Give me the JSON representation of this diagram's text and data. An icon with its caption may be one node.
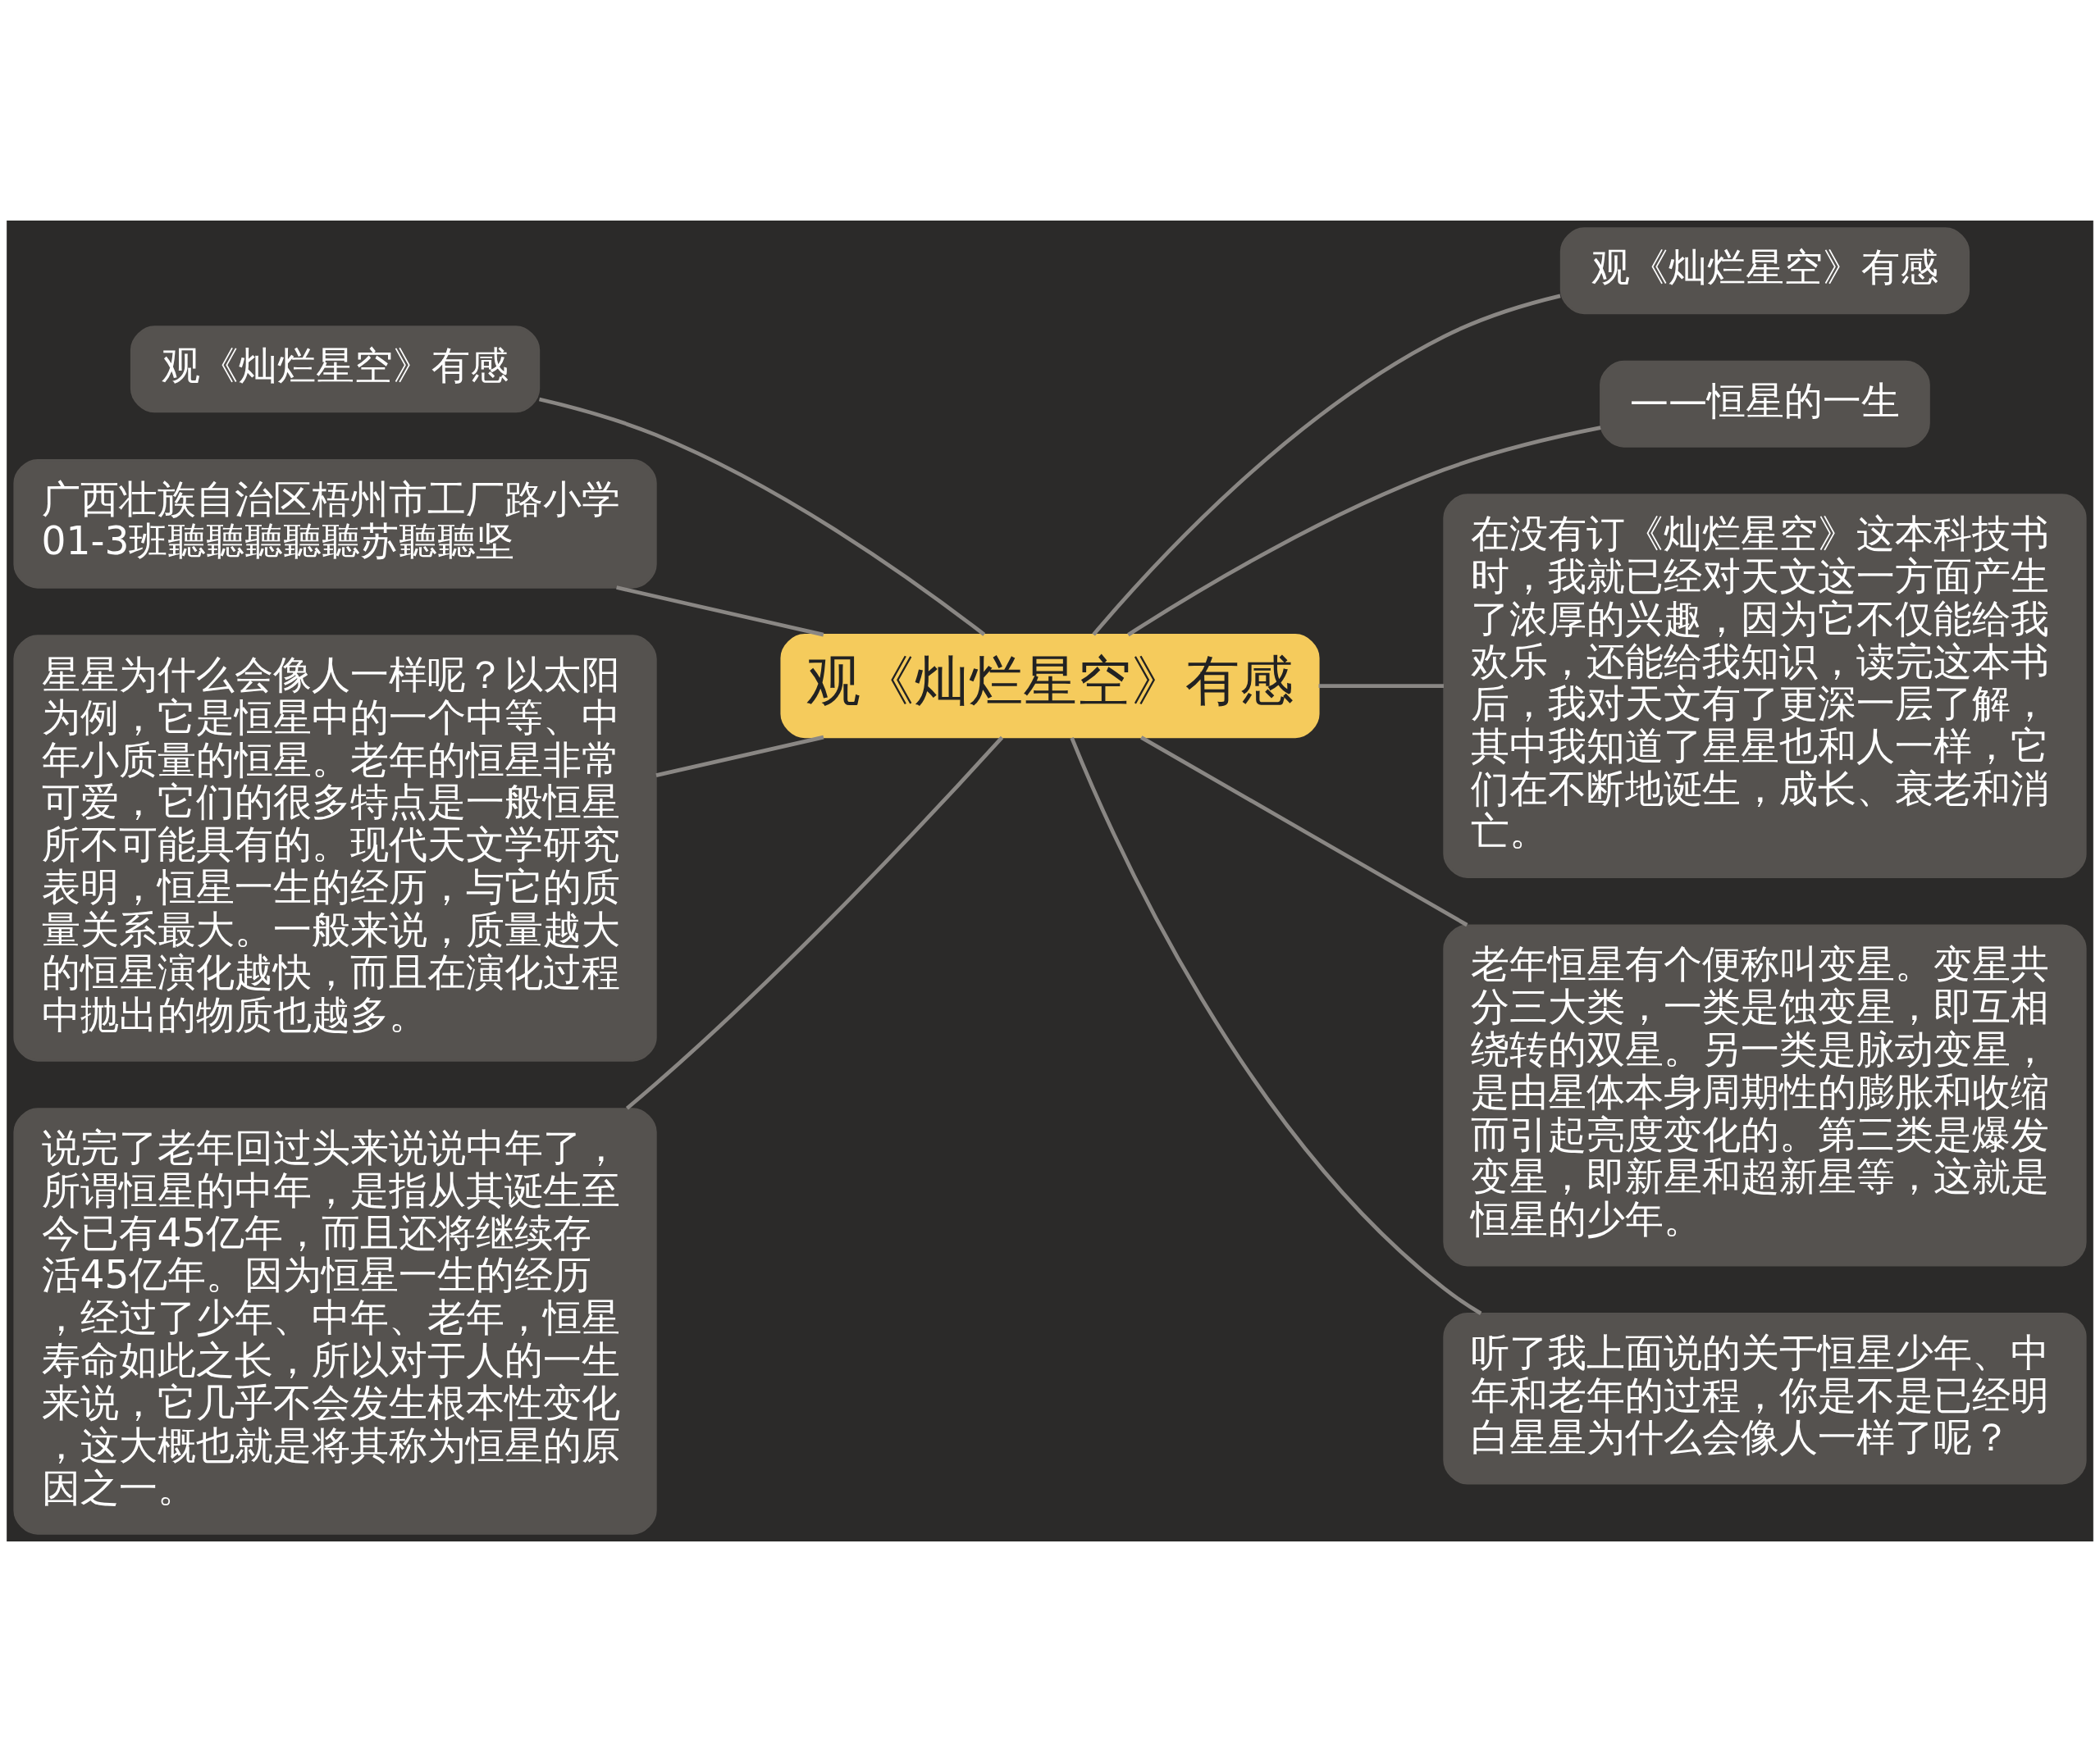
{
  "diagram": {
    "nodes": [
      {
        "text": [
          "观《灿烂星空》有感"
        ]
      },
      {
        "text": [
          "观《灿烂星空》有感"
        ]
      },
      {
        "text": [
          "——恒星的一生"
        ]
      },
      {
        "text": [
          "在没有订《灿烂星空》这本科技书时，我就已经对天文这一方面产生了浓厚的兴趣，因为它不仅能给我欢乐，还能给我知识，读完这本书后，我对天文有了更深一层了解，其中我知道了星星也和人一样，它们在不断地诞生，成长、衰老和消亡。"
        ]
      },
      {
        "text": [
          "老年恒星有个便称叫变星。变星共分三大类，一类是蚀变星，即互相绕转的双星。另一类是脉动变星，是由星体本身周期性的膨胀和收缩而引起亮度变化的。第三类是爆发变星，即新星和超新星等，这就是恒星的少年。"
        ]
      },
      {
        "text": [
          "听了我上面说的关于恒星少年、中年和老年的过程，你是不是已经明白星星为什么会像人一样了呢？"
        ]
      },
      {
        "text": [
          "观《灿烂星空》有感"
        ]
      },
      {
        "text": [
          "广西壮族自治区梧州市工厂路小学01-3班聽聽聽聽聽苏聽聽坚"
        ]
      },
      {
        "text": [
          "星星为什么会像人一样呢？以太阳为例，它是恒星中的一个中等、中年小质量的恒星。老年的恒星非常可爱，它们的很多特点是一般恒星所不可能具有的。现代天文学研究表明，恒星一生的经历，与它的质量关系最大。一般来说，质量越大的恒星演化越快，而且在演化过程中抛出的物质也越多。"
        ]
      },
      {
        "text": [
          "说完了老年回过头来说说中年了，所谓恒星的中年，是指从其诞生至今已有45亿年，而且还将继续存活45亿年。因为恒星一生的经历，经过了少年、中年、老年，恒星寿命如此之长，所以对于人的一生来说，它几乎不会发生根本性变化，这大概也就是将其称为恒星的原因之一。"
        ]
      }
    ],
    "edges": [
      {
        "from": 0,
        "to": 1,
        "arrow": "none"
      },
      {
        "from": 0,
        "to": 2,
        "arrow": "none"
      },
      {
        "from": 0,
        "to": 3,
        "arrow": "none"
      },
      {
        "from": 0,
        "to": 4,
        "arrow": "none"
      },
      {
        "from": 0,
        "to": 5,
        "arrow": "none"
      },
      {
        "from": 6,
        "to": 0,
        "arrow": "none"
      },
      {
        "from": 7,
        "to": 0,
        "arrow": "none"
      },
      {
        "from": 8,
        "to": 0,
        "arrow": "none"
      },
      {
        "from": 9,
        "to": 0,
        "arrow": "none"
      }
    ]
  }
}
